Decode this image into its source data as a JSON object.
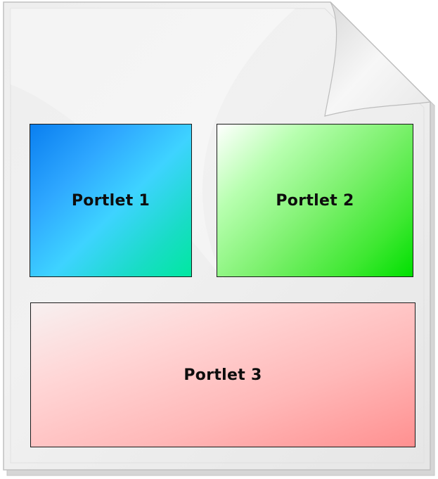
{
  "portlets": [
    {
      "label": "Portlet 1"
    },
    {
      "label": "Portlet 2"
    },
    {
      "label": "Portlet 3"
    }
  ]
}
